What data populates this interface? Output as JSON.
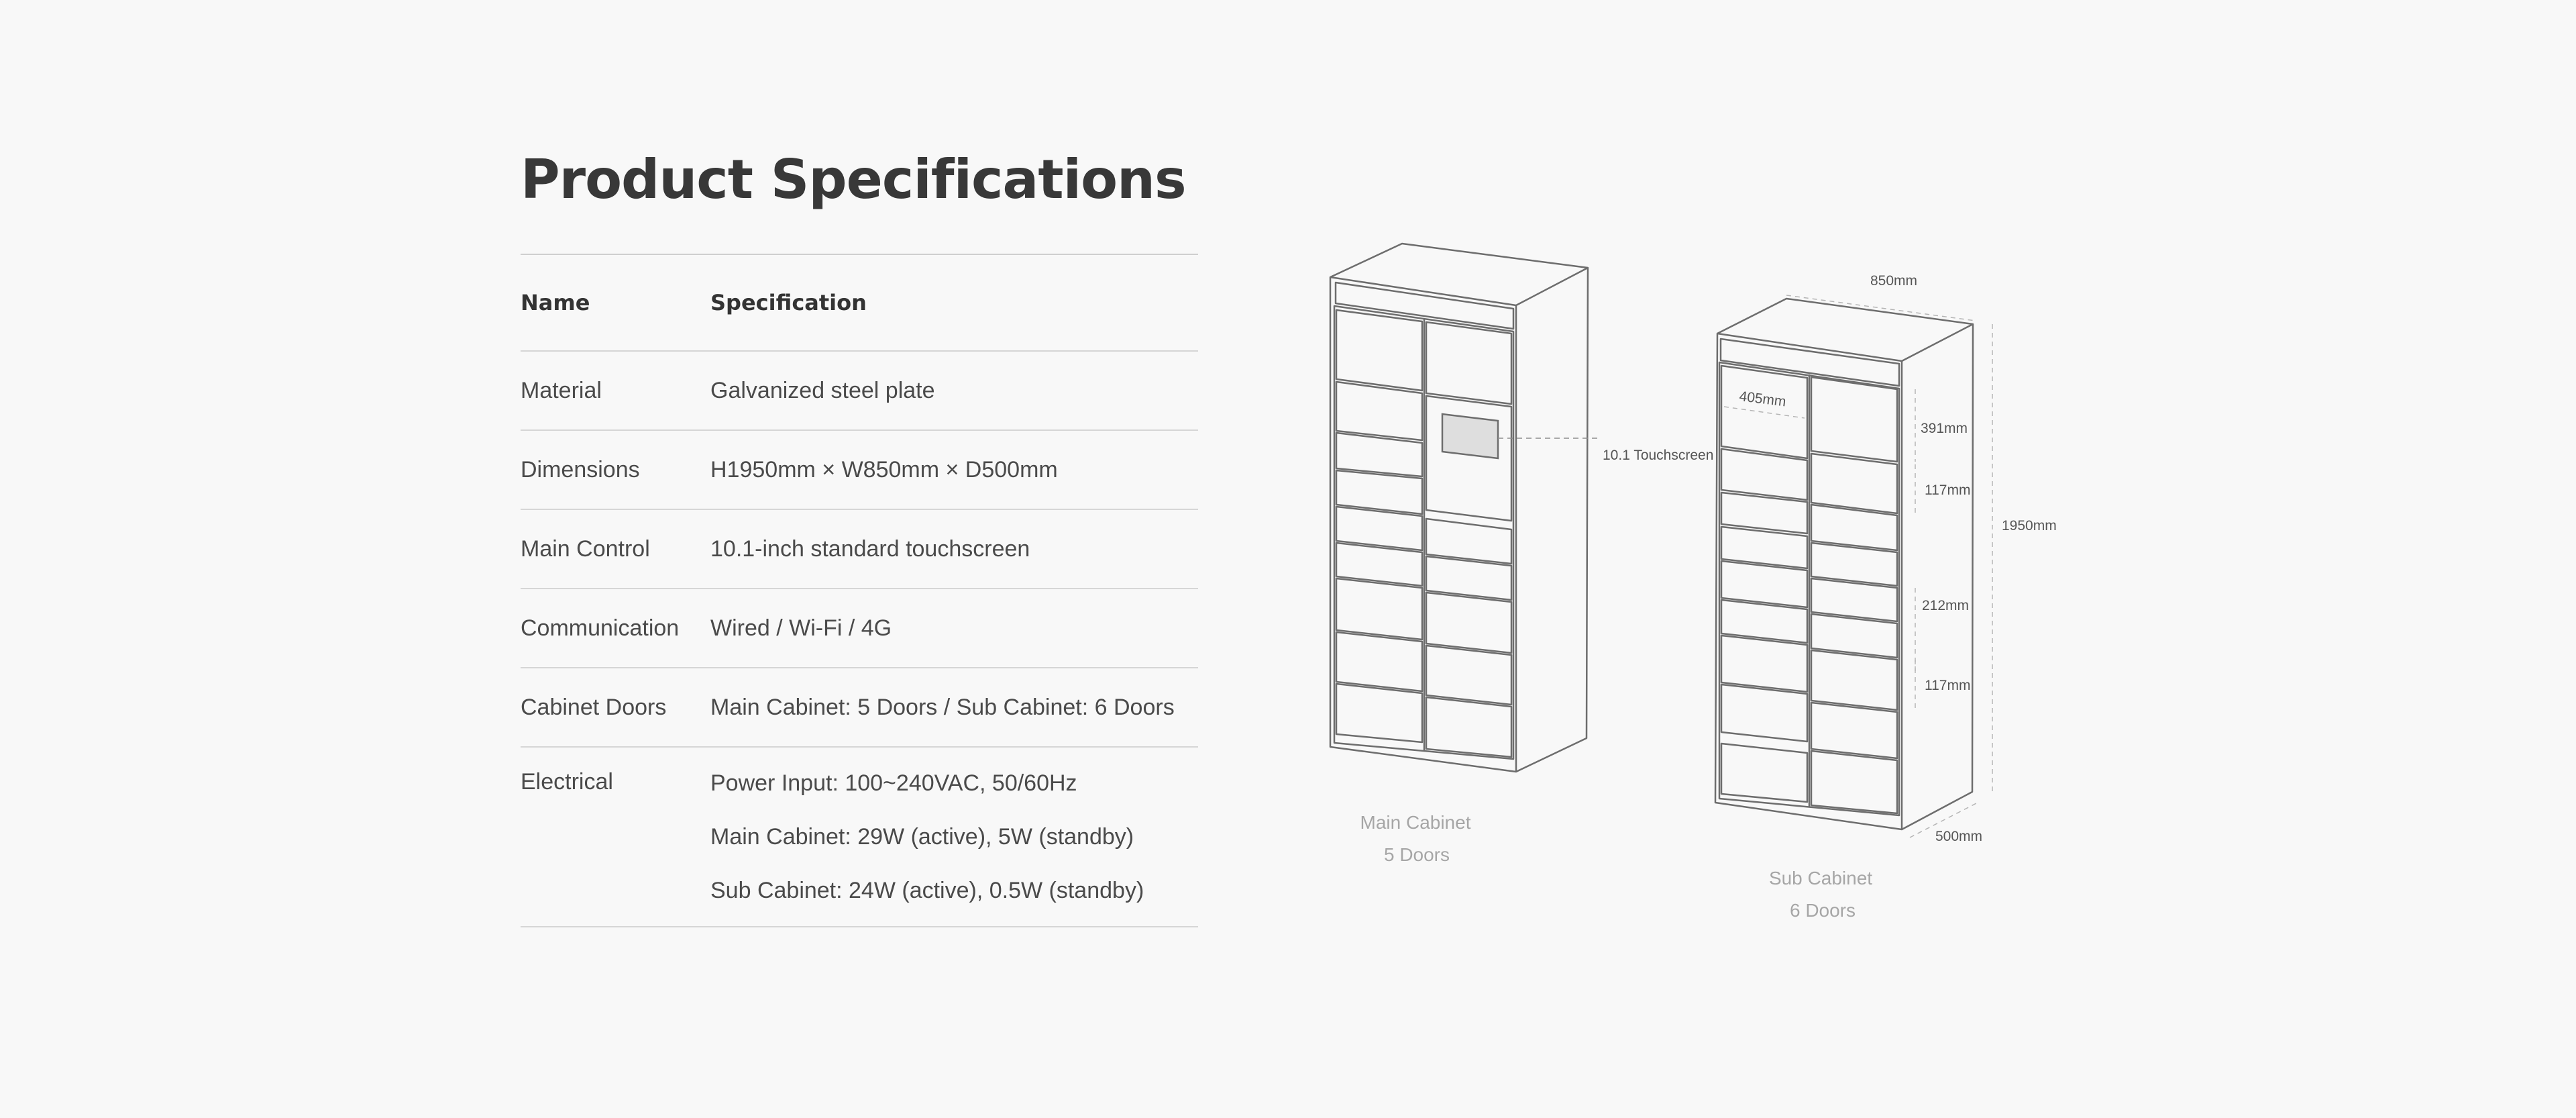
{
  "page": {
    "title": "Product Specifications"
  },
  "table": {
    "header": {
      "name": "Name",
      "spec": "Specification"
    },
    "rows": [
      {
        "name": "Material",
        "values": [
          "Galvanized steel plate"
        ]
      },
      {
        "name": "Dimensions",
        "values": [
          "H1950mm × W850mm × D500mm"
        ]
      },
      {
        "name": "Main Control",
        "values": [
          "10.1-inch standard touchscreen"
        ]
      },
      {
        "name": "Communication",
        "values": [
          "Wired / Wi-Fi / 4G"
        ]
      },
      {
        "name": "Cabinet Doors",
        "values": [
          "Main Cabinet: 5 Doors / Sub Cabinet: 6 Doors"
        ]
      },
      {
        "name": "Electrical",
        "values": [
          "Power Input: 100~240VAC, 50/60Hz",
          "Main Cabinet: 29W (active), 5W (standby)",
          "Sub Cabinet: 24W (active), 0.5W (standby)"
        ]
      }
    ]
  },
  "diagram": {
    "main_cabinet": {
      "label": "Main Cabinet",
      "doors": "5 Doors",
      "touchscreen_label": "10.1 Touchscreen"
    },
    "sub_cabinet": {
      "label": "Sub Cabinet",
      "doors": "6 Doors",
      "width": "850mm",
      "height": "1950mm",
      "depth": "500mm",
      "cell_width": "405mm",
      "dims": [
        "391mm",
        "117mm",
        "212mm",
        "117mm"
      ]
    }
  }
}
